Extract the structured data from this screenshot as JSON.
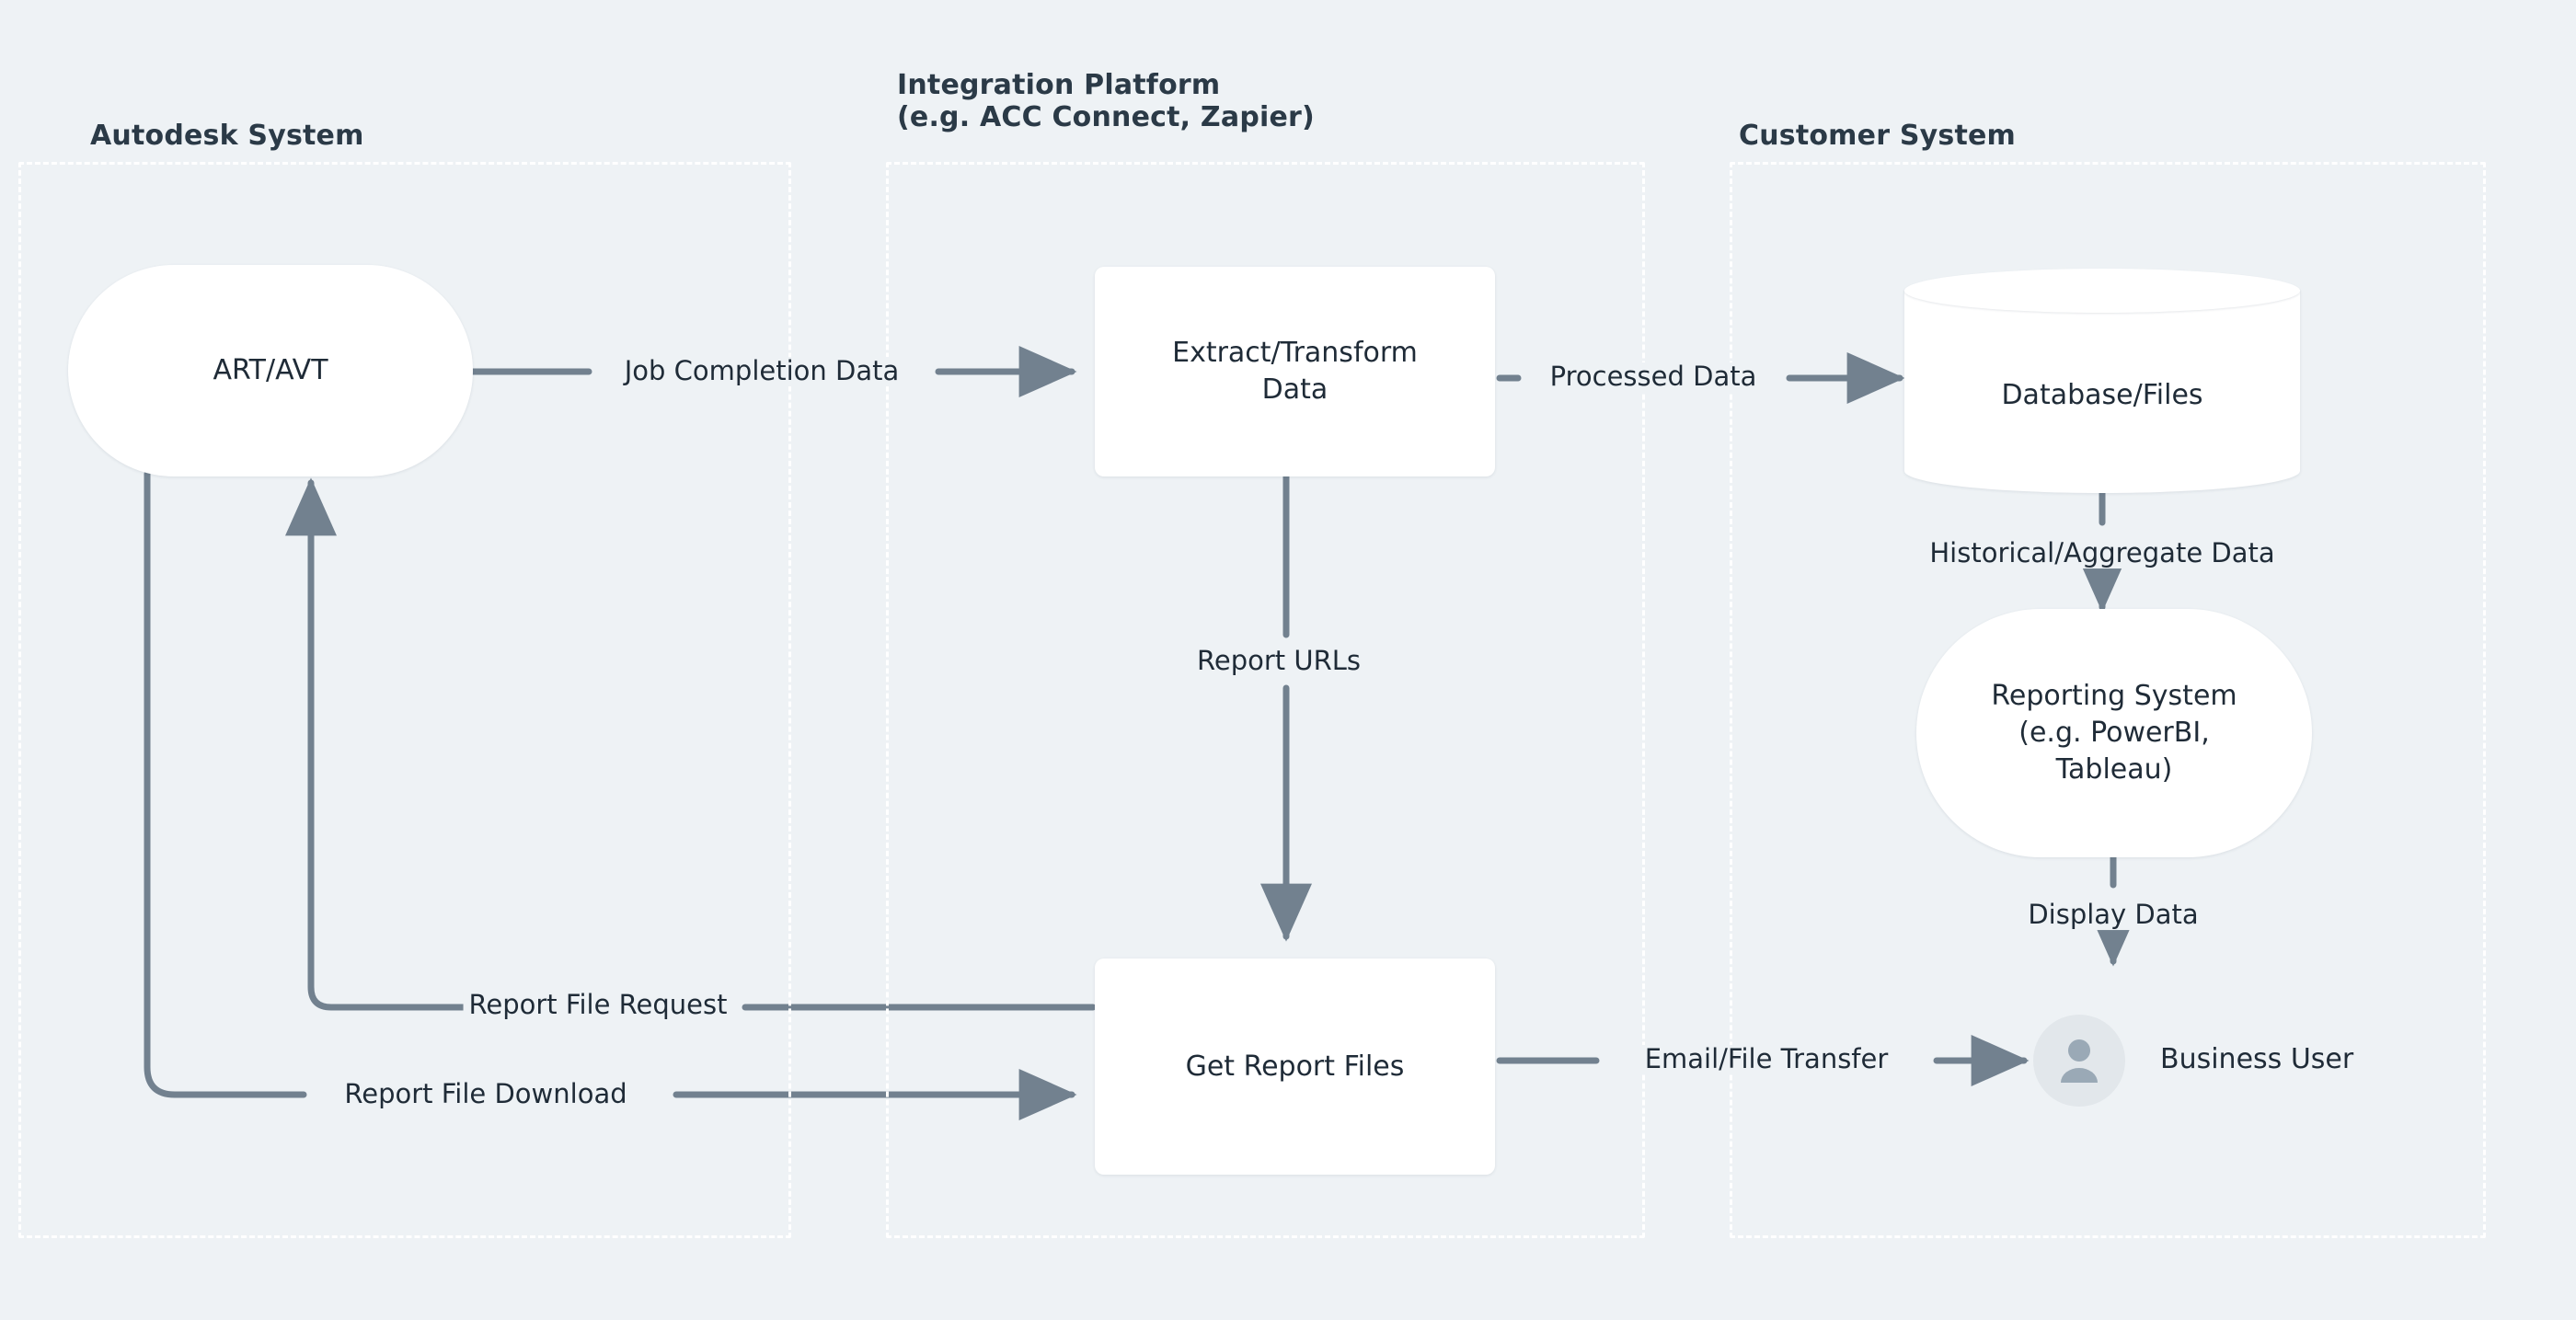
{
  "theme": {
    "background": "#eef2f5",
    "node_fill": "#ffffff",
    "edge_color": "#72818f",
    "text_color": "#1f2b37",
    "group_border": "#ffffff",
    "avatar_bg": "#e2e7eb",
    "avatar_glyph": "#9aa9b6"
  },
  "groups": [
    {
      "id": "autodesk",
      "title": "Autodesk System"
    },
    {
      "id": "integration",
      "title": "Integration Platform\n(e.g. ACC Connect, Zapier)"
    },
    {
      "id": "customer",
      "title": "Customer System"
    }
  ],
  "nodes": {
    "art_avt": {
      "label": "ART/AVT",
      "shape": "stadium"
    },
    "extract": {
      "label": "Extract/Transform\nData",
      "shape": "rect"
    },
    "database": {
      "label": "Database/Files",
      "shape": "cylinder"
    },
    "reporting": {
      "label": "Reporting System\n(e.g. PowerBI,\nTableau)",
      "shape": "stadium"
    },
    "get_reports": {
      "label": "Get Report Files",
      "shape": "rect"
    },
    "business_user": {
      "label": "Business User",
      "shape": "actor",
      "icon": "person-icon"
    }
  },
  "edges": [
    {
      "id": "e1",
      "from": "art_avt",
      "to": "extract",
      "label": "Job Completion Data"
    },
    {
      "id": "e2",
      "from": "extract",
      "to": "database",
      "label": "Processed Data"
    },
    {
      "id": "e3",
      "from": "extract",
      "to": "get_reports",
      "label": "Report URLs"
    },
    {
      "id": "e4",
      "from": "database",
      "to": "reporting",
      "label": "Historical/Aggregate Data"
    },
    {
      "id": "e5",
      "from": "reporting",
      "to": "business_user",
      "label": "Display Data"
    },
    {
      "id": "e6",
      "from": "get_reports",
      "to": "art_avt",
      "label": "Report File Request"
    },
    {
      "id": "e7",
      "from": "art_avt",
      "to": "get_reports",
      "label": "Report File Download"
    },
    {
      "id": "e8",
      "from": "get_reports",
      "to": "business_user",
      "label": "Email/File Transfer"
    }
  ]
}
